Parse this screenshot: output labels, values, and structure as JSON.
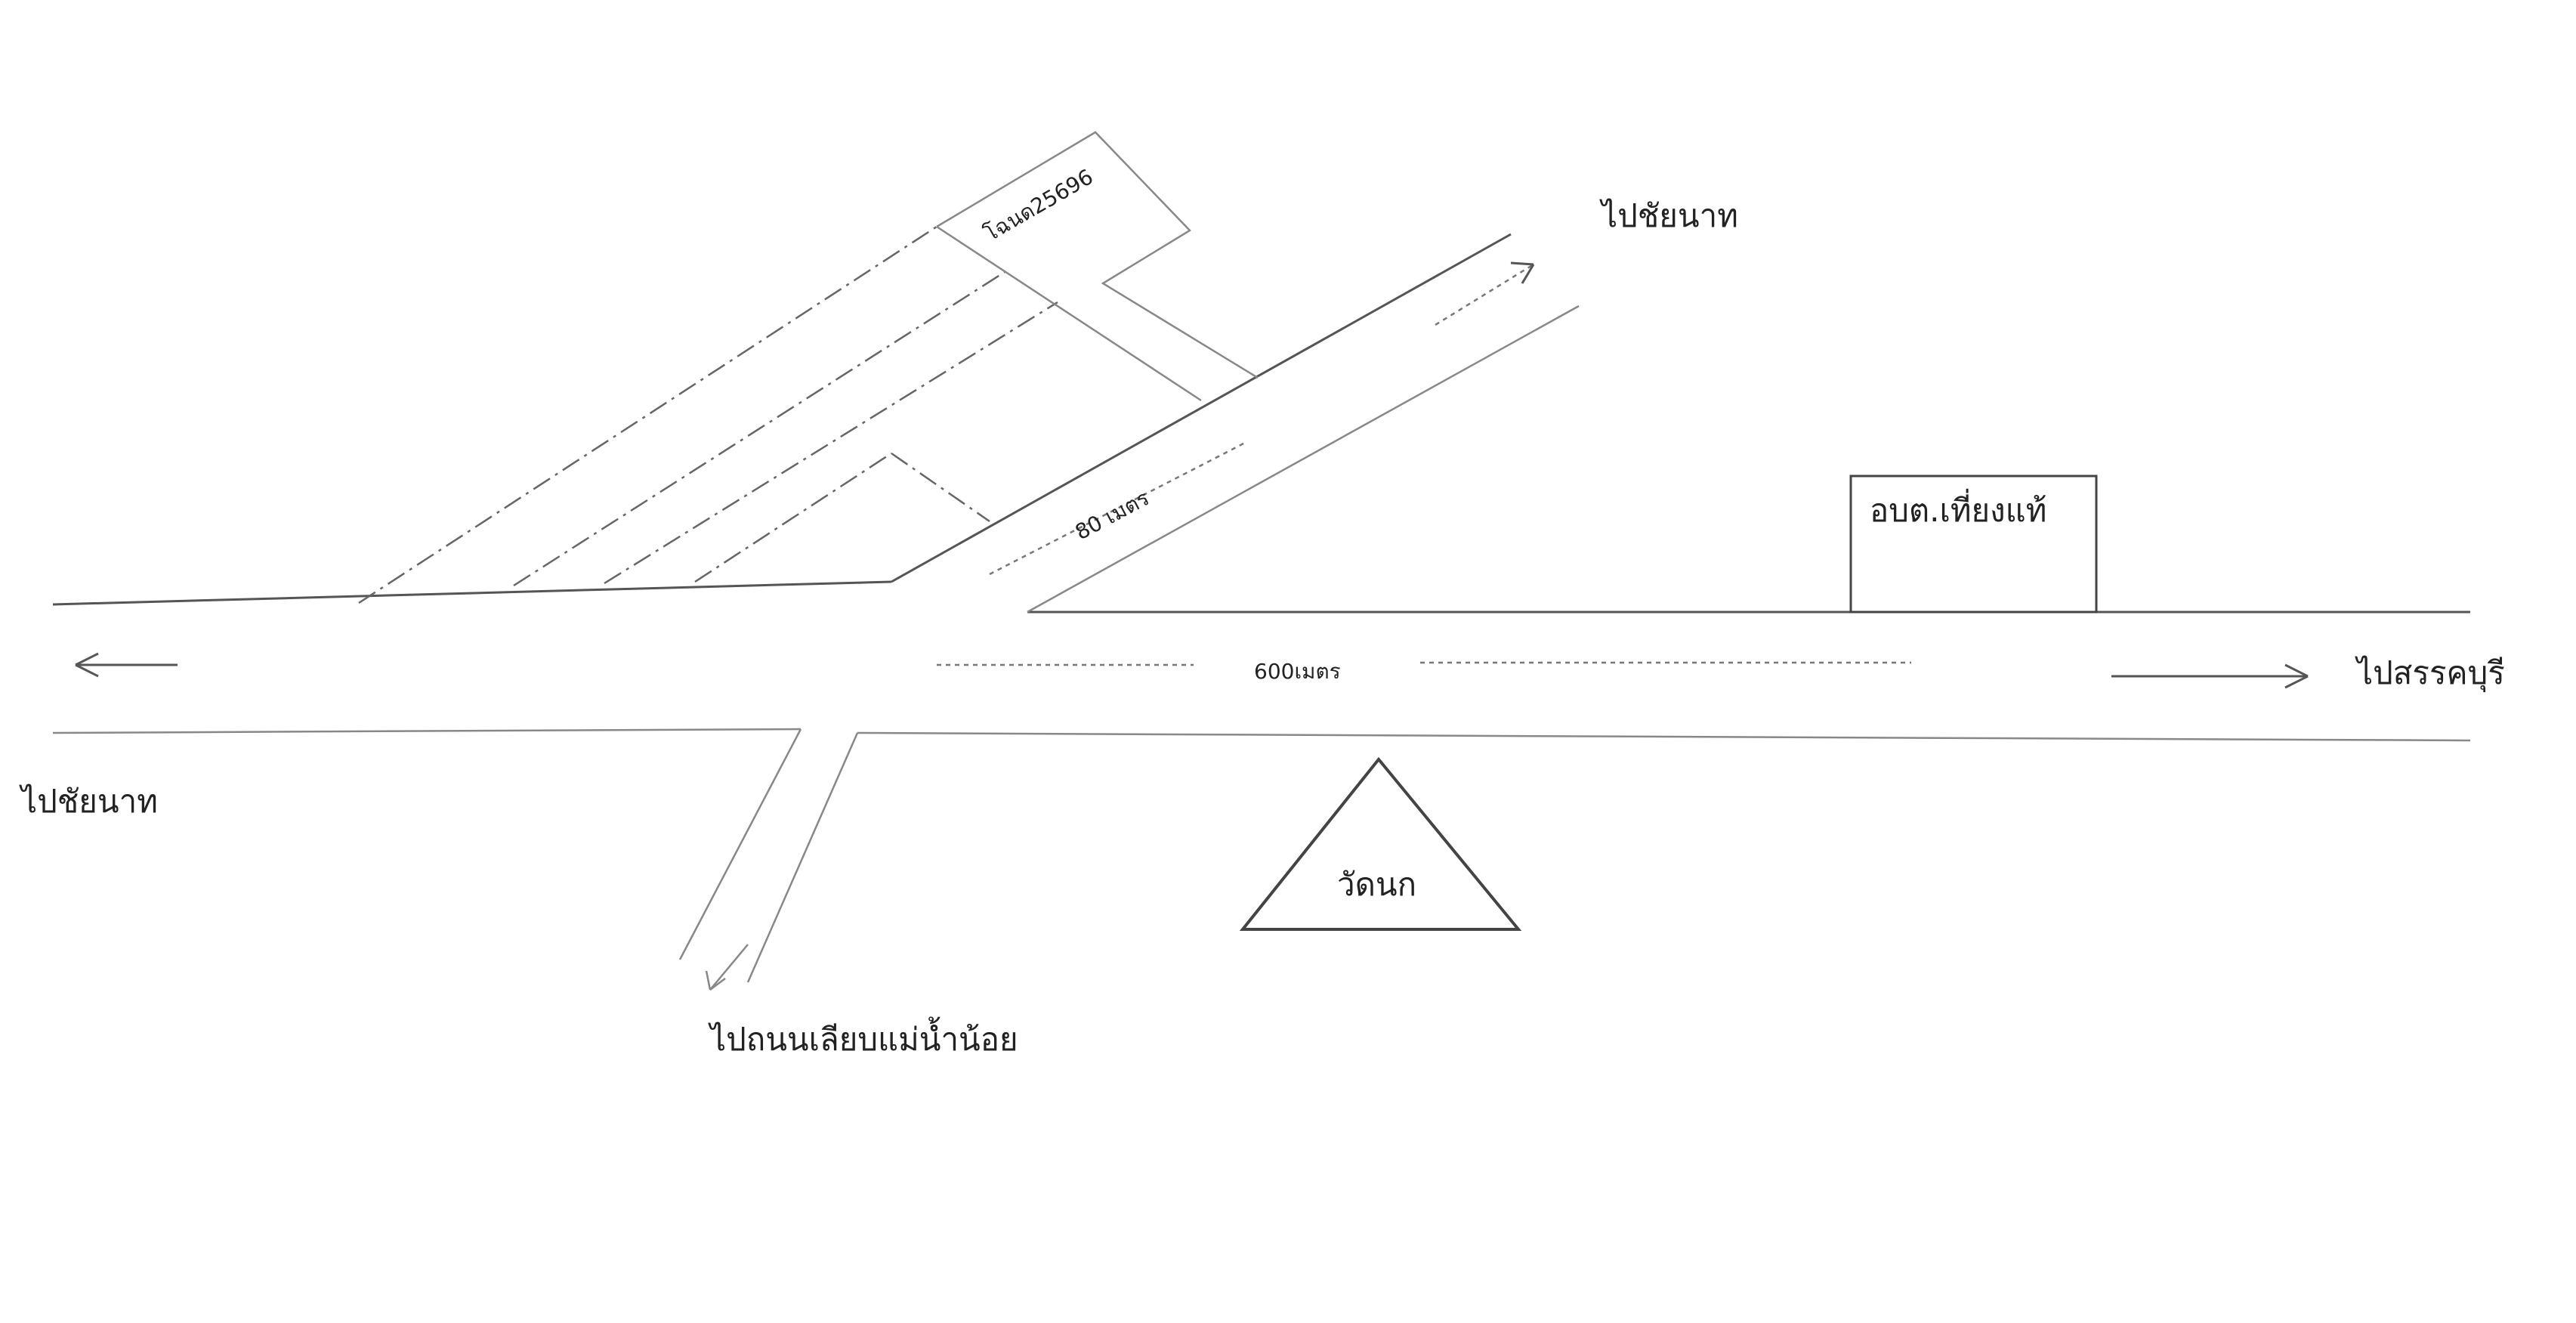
{
  "labels": {
    "to_chainat_top": "ไปชัยนาท",
    "to_chainat_left": "ไปชัยนาท",
    "to_suphanburi": "ไปสรรคบุรี",
    "to_riverside_road": "ไปถนนเลียบแม่น้ำน้อย",
    "tao_office": "อบต.เที่ยงแท้",
    "temple": "วัดนก",
    "deed": "โฉนด25696",
    "distance_80m": "80 เมตร",
    "distance_600m": "600เมตร"
  }
}
